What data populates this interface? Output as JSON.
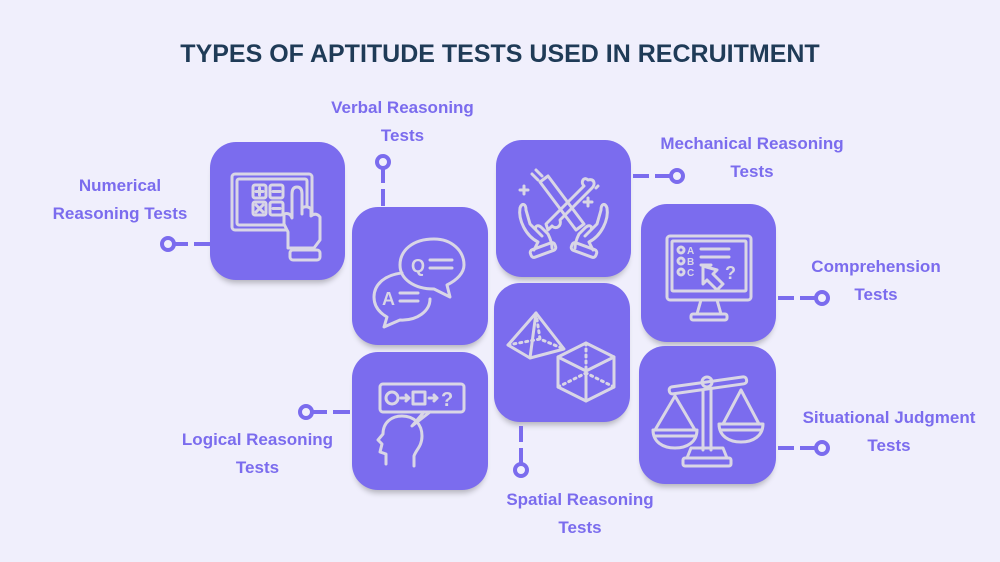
{
  "title": "TYPES OF APTITUDE TESTS USED IN RECRUITMENT",
  "colors": {
    "background": "#f0effc",
    "box": "#7b6cee",
    "title": "#1f3b57",
    "label": "#7b6cee",
    "icon_stroke": "#d9d6e6"
  },
  "items": [
    {
      "id": "numerical",
      "line1": "Numerical",
      "line2": "Reasoning Tests",
      "icon": "calculator-touch-icon"
    },
    {
      "id": "verbal",
      "line1": "Verbal Reasoning",
      "line2": "Tests",
      "icon": "qa-speech-bubbles-icon"
    },
    {
      "id": "logical",
      "line1": "Logical Reasoning",
      "line2": "Tests",
      "icon": "head-thought-sequence-icon"
    },
    {
      "id": "mechanical",
      "line1": "Mechanical Reasoning",
      "line2": "Tests",
      "icon": "hands-tools-icon"
    },
    {
      "id": "spatial",
      "line1": "Spatial Reasoning",
      "line2": "Tests",
      "icon": "pyramid-cube-icon"
    },
    {
      "id": "comprehension",
      "line1": "Comprehension",
      "line2": "Tests",
      "icon": "monitor-quiz-icon"
    },
    {
      "id": "situational",
      "line1": "Situational Judgment",
      "line2": "Tests",
      "icon": "balance-scale-icon"
    }
  ]
}
